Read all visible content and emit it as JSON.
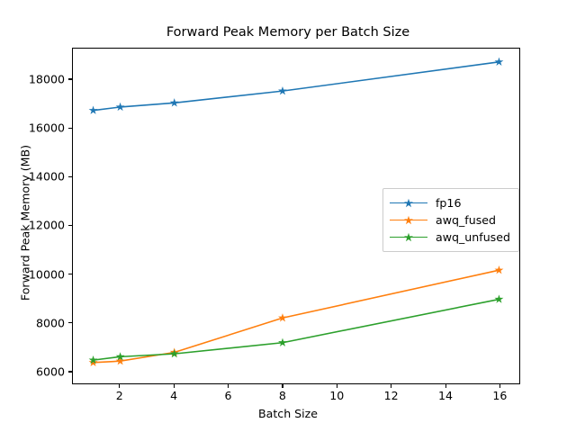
{
  "chart_data": {
    "type": "line",
    "title": "Forward Peak Memory per Batch Size",
    "xlabel": "Batch Size",
    "ylabel": "Forward Peak Memory (MB)",
    "x": [
      1,
      2,
      4,
      8,
      16
    ],
    "xlim": [
      0.25,
      16.75
    ],
    "ylim": [
      5480,
      19290
    ],
    "xticks": [
      2,
      4,
      6,
      8,
      10,
      12,
      14,
      16
    ],
    "xtick_labels": [
      "2",
      "4",
      "6",
      "8",
      "10",
      "12",
      "14",
      "16"
    ],
    "yticks": [
      6000,
      8000,
      10000,
      12000,
      14000,
      16000,
      18000
    ],
    "ytick_labels": [
      "6000",
      "8000",
      "10000",
      "12000",
      "14000",
      "16000",
      "18000"
    ],
    "grid": false,
    "marker": "star",
    "legend_position": "center right",
    "series": [
      {
        "name": "fp16",
        "color": "#1f77b4",
        "values": [
          16740,
          16880,
          17050,
          17540,
          18740
        ]
      },
      {
        "name": "awq_fused",
        "color": "#ff7f0e",
        "values": [
          6340,
          6400,
          6760,
          8180,
          10150
        ]
      },
      {
        "name": "awq_unfused",
        "color": "#2ca02c",
        "values": [
          6440,
          6580,
          6700,
          7160,
          8950
        ]
      }
    ]
  },
  "figure": {
    "background": "#ffffff",
    "axes_color": "#000000"
  }
}
